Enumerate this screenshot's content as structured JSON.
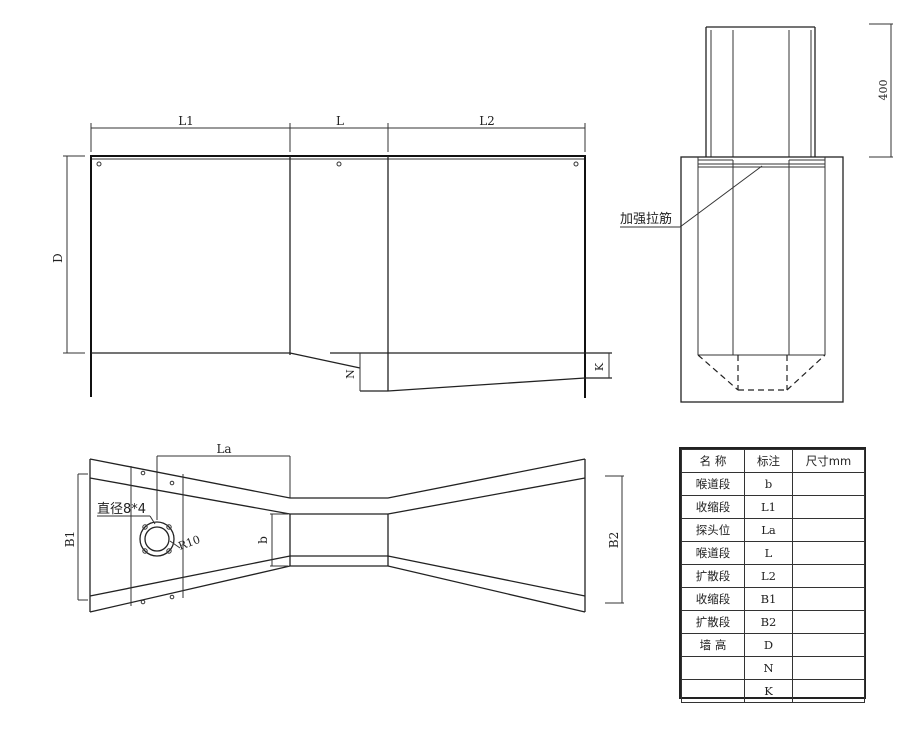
{
  "labels": {
    "L1": "L1",
    "L": "L",
    "L2": "L2",
    "D": "D",
    "N": "N",
    "K": "K",
    "height_400": "400",
    "reinforcing_rib": "加强拉筋",
    "La": "La",
    "B1": "B1",
    "B2": "B2",
    "b": "b",
    "diameter": "直径8*4",
    "r10": "R10"
  },
  "table": {
    "headers": [
      "名 称",
      "标注",
      "尺寸mm"
    ],
    "rows": [
      {
        "name": "喉道段",
        "mark": "b",
        "size": ""
      },
      {
        "name": "收缩段",
        "mark": "L1",
        "size": ""
      },
      {
        "name": "探头位",
        "mark": "La",
        "size": ""
      },
      {
        "name": "喉道段",
        "mark": "L",
        "size": ""
      },
      {
        "name": "扩散段",
        "mark": "L2",
        "size": ""
      },
      {
        "name": "收缩段",
        "mark": "B1",
        "size": ""
      },
      {
        "name": "扩散段",
        "mark": "B2",
        "size": ""
      },
      {
        "name": "墙 高",
        "mark": "D",
        "size": ""
      },
      {
        "name": "",
        "mark": "N",
        "size": ""
      },
      {
        "name": "",
        "mark": "K",
        "size": ""
      }
    ]
  }
}
